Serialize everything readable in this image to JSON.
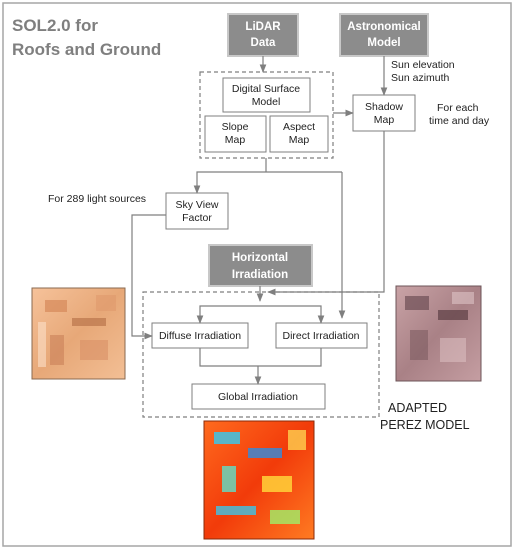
{
  "title": {
    "line1": "SOL2.0 for",
    "line2": "Roofs and Ground"
  },
  "inputs": {
    "lidar": {
      "line1": "LiDAR",
      "line2": "Data"
    },
    "astronomical": {
      "line1": "Astronomical",
      "line2": "Model"
    },
    "horizontal": {
      "line1": "Horizontal",
      "line2": "Irradiation"
    }
  },
  "boxes": {
    "dsm": {
      "line1": "Digital  Surface",
      "line2": "Model"
    },
    "slope": {
      "line1": "Slope",
      "line2": "Map"
    },
    "aspect": {
      "line1": "Aspect",
      "line2": "Map"
    },
    "shadow": {
      "line1": "Shadow",
      "line2": "Map"
    },
    "skyview": {
      "line1": "Sky View",
      "line2": "Factor"
    },
    "diffuse": "Diffuse Irradiation",
    "direct": "Direct Irradiation",
    "global": "Global Irradiation"
  },
  "notes": {
    "sun_elevation": "Sun elevation",
    "sun_azimuth": "Sun azimuth",
    "time_line1": "For each",
    "time_line2": "time and day",
    "light_sources": "For 289 light sources"
  },
  "model_label": {
    "line1": "ADAPTED",
    "line2": "PEREZ MODEL"
  },
  "colors": {
    "header_fill": "#8c8c8c",
    "title": "#7f7f7f",
    "frame": "#a6a6a6",
    "connector": "#7f7f7f"
  }
}
